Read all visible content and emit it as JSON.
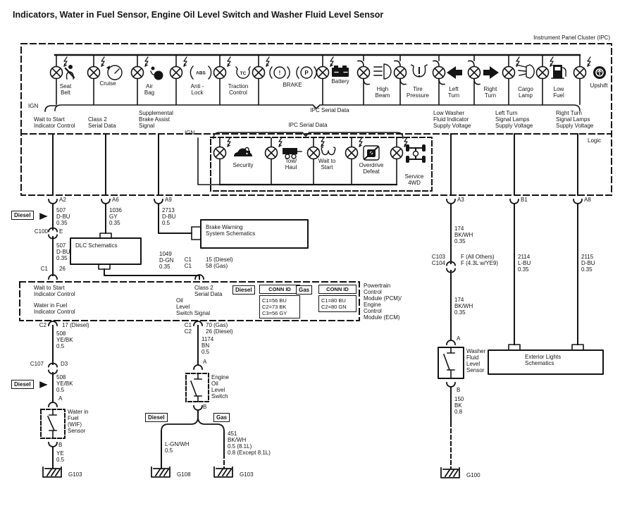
{
  "title": "Indicators, Water in Fuel Sensor, Engine Oil Level Switch and Washer Fluid Level Sensor",
  "tags": {
    "diesel": "Diesel",
    "gas": "Gas"
  },
  "ipc": {
    "box_label": "Instrument Panel Cluster (IPC)",
    "ign_label": "IGN",
    "serial_data_label": "IPC Serial Data",
    "logic_label": "Logic",
    "row1": [
      {
        "label": "Seat\nBelt"
      },
      {
        "label": "Cruise"
      },
      {
        "label": "Air\nBag"
      },
      {
        "label": "Anti -\nLock"
      },
      {
        "label": "Traction\nControl"
      },
      {
        "label": "BRAKE"
      },
      {
        "label": "Battery"
      },
      {
        "label": "High\nBeam"
      },
      {
        "label": "Tire\nPressure"
      },
      {
        "label": "Left\nTurn"
      },
      {
        "label": "Right\nTurn"
      },
      {
        "label": "Cargo\nLamp"
      },
      {
        "label": "Low\nFuel"
      },
      {
        "label": "Upshift"
      }
    ],
    "icon_glyphs": {
      "abs": "ABS",
      "tc": "TC",
      "brake_warn": "!",
      "brake_park": "P"
    },
    "inner": {
      "ign_label": "IGN",
      "serial_data_label": "IPC Serial Data",
      "row2": [
        {
          "label": "Security"
        },
        {
          "label": "Tow/\nHaul"
        },
        {
          "label": "Wait to\nStart"
        },
        {
          "label": "Overdrive\nDefeat"
        },
        {
          "label": "Service\n4WD"
        }
      ]
    },
    "out_labels": {
      "wait_to_start": "Wait to Start\nIndicator Control",
      "class2": "Class 2\nSerial Data",
      "brake_assist": "Supplemental\nBrake Assist\nSignal",
      "low_washer": "Low Washer\nFluid Indicator\nSupply Voltage",
      "left_turn": "Left Turn\nSignal Lamps\nSupply Voltage",
      "right_turn": "Right Turn\nSignal Lamps\nSupply Voltage"
    },
    "pins": {
      "a2": "A2",
      "a6": "A6",
      "a9": "A9",
      "a3": "A3",
      "b1": "B1",
      "a8": "A8"
    }
  },
  "left_branch": {
    "wire_507_upper": "507\nD-BU\n0.35",
    "c100": "C100",
    "c100_pin": "E",
    "wire_507_lower": "507\nD-BU\n0.35",
    "c1": "C1",
    "c1_pin": "26"
  },
  "class2_branch": {
    "wire_1036": "1036\nGY\n0.35",
    "dlc_box": "DLC Schematics",
    "wire_1049": "1049\nD-GN\n0.35",
    "conn": "C1\nC1",
    "conn_pins": "15 (Diesel)\n58 (Gas)"
  },
  "brake_branch": {
    "wire_2713": "2713\nD-BU\n0.5",
    "box": "Brake Warning\nSystem Schematics"
  },
  "pcm": {
    "wait_to_start": "Wait to Start\nIndicator Control",
    "class2": "Class 2\nSerial Data",
    "conn_id_header": "CONN ID",
    "diesel_conn": "C1=56 BU\nC2=73 BK\nC3=56 GY",
    "gas_conn": "C1=80 BU\nC2=80 GN",
    "module_label": "Powertrain\nControl\nModule (PCM)/\nEngine\nControl\nModule (ECM)",
    "water_in_fuel": "Water in Fuel\nIndicator Control",
    "oil_level": "Oil\nLevel\nSwitch Signal"
  },
  "wif_branch": {
    "c2": "C2",
    "c2_pin": "17 (Diesel)",
    "wire_508_upper": "508\nYE/BK\n0.5",
    "c107": "C107",
    "c107_pin": "D3",
    "wire_508_lower": "508\nYE/BK\n0.5",
    "term_a": "A",
    "sensor": "Water in\nFuel\n(WIF)\nSensor",
    "term_b": "B",
    "wire_ye": "YE\n0.5",
    "ground": "G103"
  },
  "oil_branch": {
    "conn": "C1\nC2",
    "conn_pins": "70 (Gas)\n26 (Diesel)",
    "wire_1174": "1174\nBN\n0.5",
    "term_a": "A",
    "switch_label": "Engine\nOil\nLevel\nSwitch",
    "term_b": "B",
    "diesel_wire": "L-GN/WH\n0.5",
    "diesel_ground": "G108",
    "gas_wire": "451\nBK/WH\n0.5 (8.1L)\n0.8 (Except 8.1L)",
    "gas_ground": "G103"
  },
  "washer_branch": {
    "wire_174_upper": "174\nBK/WH\n0.35",
    "c103": "C103\nC104",
    "c103_pins": "F (All Others)\nF (4.3L w/YE9)",
    "wire_174_lower": "174\nBK/WH\n0.35",
    "term_a": "A",
    "sensor": "Washer\nFluid\nLevel\nSensor",
    "term_b": "B",
    "wire_150": "150\nBK\n0.8",
    "ground": "G100"
  },
  "exterior": {
    "left_wire": "2114\nL-BU\n0.35",
    "right_wire": "2115\nD-BU\n0.35",
    "box": "Exterior Lights\nSchematics"
  }
}
